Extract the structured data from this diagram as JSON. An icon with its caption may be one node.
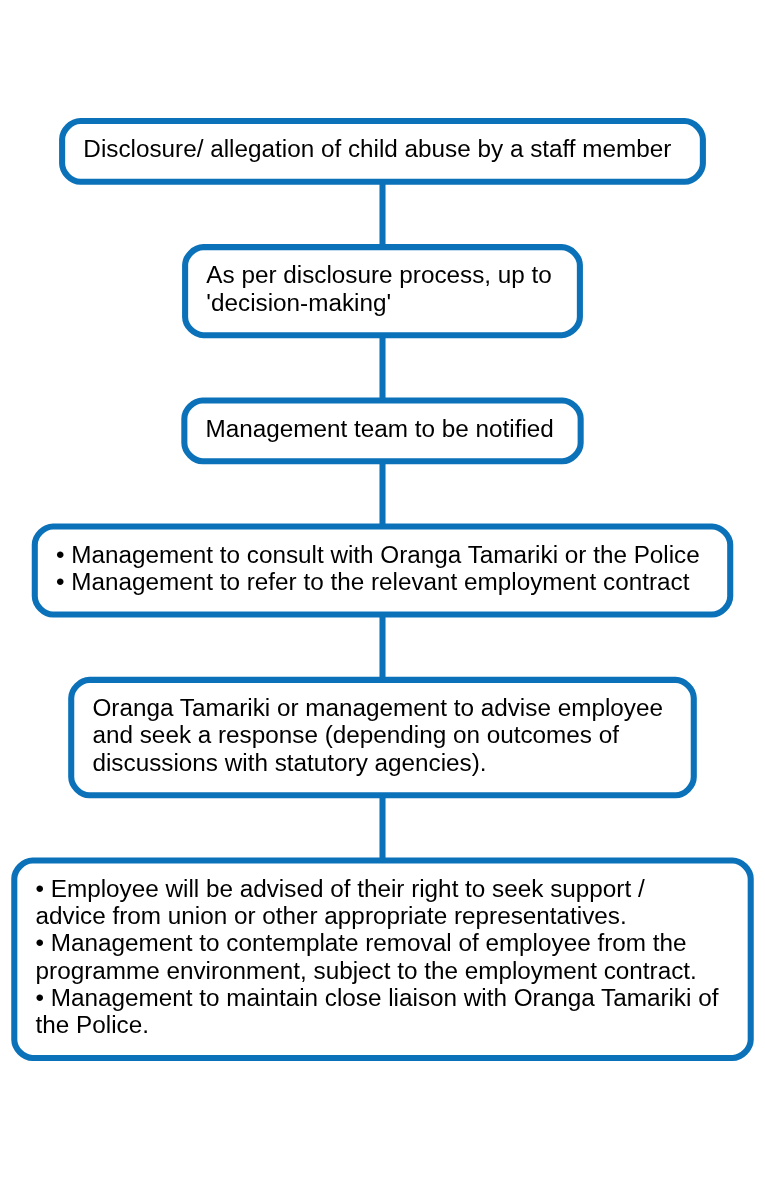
{
  "diagram": {
    "nodes": [
      {
        "text": [
          "Disclosure/ allegation of child abuse by a staff member"
        ]
      },
      {
        "text": [
          "As per disclosure process, up to 'decision-making'"
        ]
      },
      {
        "text": [
          "Management team to be notified"
        ]
      },
      {
        "text": [
          "• Management to consult with Oranga Tamariki or the Police",
          "• Management to refer to the relevant employment contract"
        ]
      },
      {
        "text": [
          "Oranga Tamariki or management to advise employee and seek a response (depending on outcomes of discussions with statutory agencies)."
        ]
      },
      {
        "text": [
          "• Employee will be advised of their right to seek support / advice from union or other appropriate representatives.",
          "• Management to contemplate removal of employee from the programme environment, subject to the employment contract.",
          "• Management to maintain close liaison with Oranga Tamariki of the Police."
        ]
      }
    ],
    "edges": [
      {
        "from": 0,
        "to": 1,
        "arrow": "none"
      },
      {
        "from": 1,
        "to": 2,
        "arrow": "none"
      },
      {
        "from": 2,
        "to": 3,
        "arrow": "none"
      },
      {
        "from": 3,
        "to": 4,
        "arrow": "none"
      },
      {
        "from": 4,
        "to": 5,
        "arrow": "none"
      }
    ]
  }
}
